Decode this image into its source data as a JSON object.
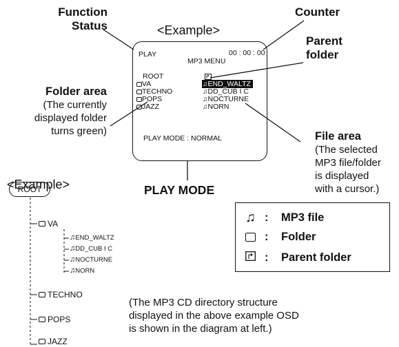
{
  "callouts": {
    "function_status_line1": "Function",
    "function_status_line2": "Status",
    "example_top": "<Example>",
    "counter": "Counter",
    "parent_folder_line1": "Parent",
    "parent_folder_line2": "folder",
    "folder_area_title": "Folder area",
    "folder_area_desc": [
      "(The currently",
      "displayed folder",
      "turns green)"
    ],
    "file_area_title": "File area",
    "file_area_desc": [
      "(The selected",
      "MP3 file/folder",
      "is displayed",
      "with a cursor.)"
    ],
    "play_mode_label": "PLAY MODE",
    "example_left": "<Example>"
  },
  "osd": {
    "status": "PLAY",
    "menu": "MP3 MENU",
    "time": "00 : 00 : 00",
    "folders": [
      "ROOT",
      "VA",
      "TECHNO",
      "POPS",
      "JAZZ"
    ],
    "files": [
      "END_WALTZ",
      "DD_CUB I C",
      "NOCTURNE",
      "NORN"
    ],
    "selected_file_index": 0,
    "play_mode": "PLAY  MODE : NORMAL"
  },
  "legend": {
    "mp3_file": "MP3 file",
    "folder": "Folder",
    "parent_folder": "Parent folder",
    "colon": ":"
  },
  "tree": {
    "root": "ROOT",
    "folders": [
      "VA",
      "TECHNO",
      "POPS",
      "JAZZ"
    ],
    "va_files": [
      "END_WALTZ",
      "DD_CUB I C",
      "NOCTURNE",
      "NORN"
    ]
  },
  "note": {
    "lines": [
      "(The MP3 CD directory structure",
      "displayed in the above example OSD",
      "is shown in the diagram at left.)"
    ]
  }
}
